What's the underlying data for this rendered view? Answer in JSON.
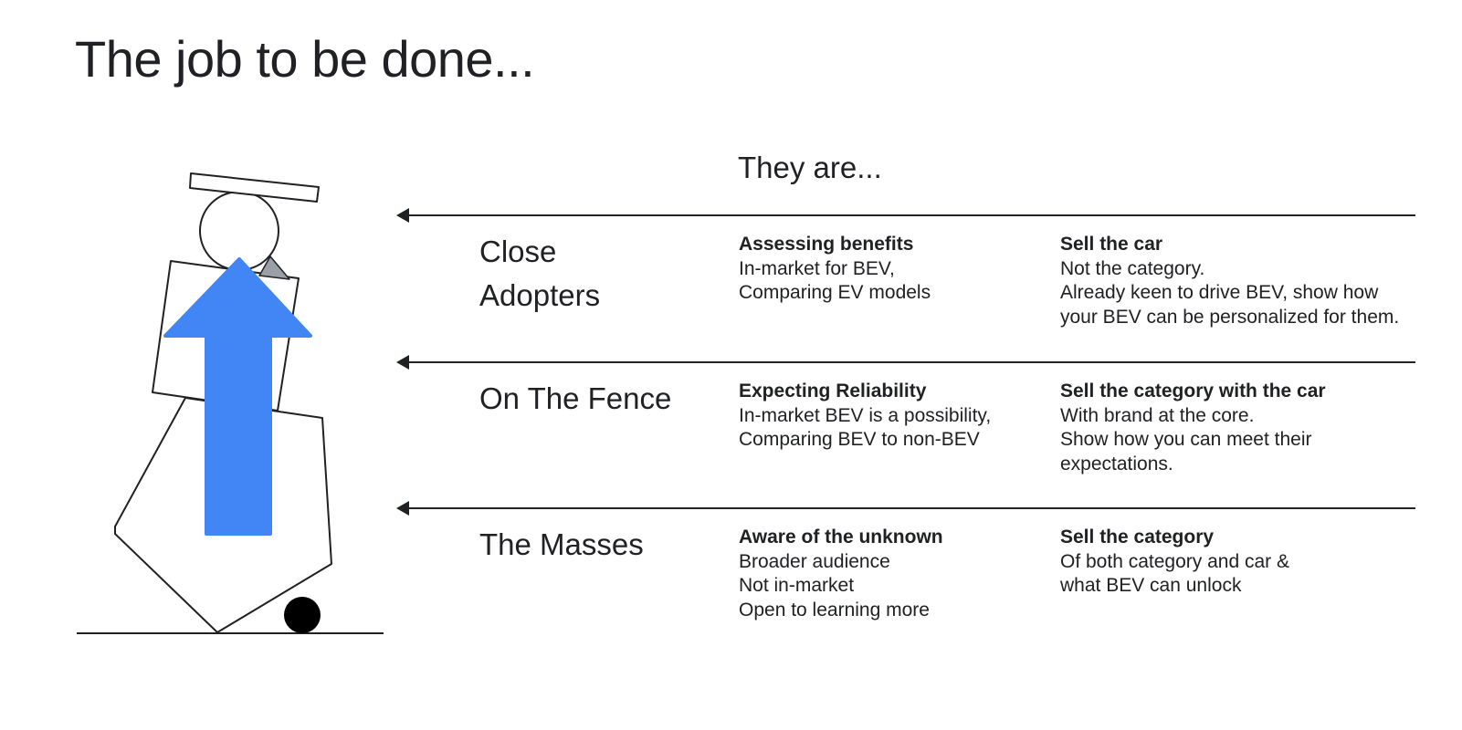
{
  "title": "The job to be done...",
  "subheading": "They are...",
  "colors": {
    "text": "#202124",
    "arrow_blue": "#4285f4",
    "grey_shape": "#9aa0a6"
  },
  "illustration": {
    "icon": "stacked-shapes-with-up-arrow"
  },
  "segments": [
    {
      "label_lines": [
        "Close",
        "Adopters"
      ],
      "state": {
        "heading": "Assessing benefits",
        "lines": [
          "In-market for BEV,",
          "Comparing EV models"
        ]
      },
      "action": {
        "heading": "Sell the car",
        "lines": [
          "Not the category.",
          "Already keen to drive BEV, show how",
          "your BEV can be personalized for them."
        ]
      }
    },
    {
      "label_lines": [
        "On The Fence"
      ],
      "state": {
        "heading": "Expecting Reliability",
        "lines": [
          "In-market BEV is a possibility,",
          "Comparing BEV to non-BEV"
        ]
      },
      "action": {
        "heading": "Sell the category with the car",
        "lines": [
          "With brand at the core.",
          "Show how you can meet their",
          "expectations."
        ]
      }
    },
    {
      "label_lines": [
        "The Masses"
      ],
      "state": {
        "heading": "Aware of the unknown",
        "lines": [
          "Broader audience",
          "Not in-market",
          "Open to learning more"
        ]
      },
      "action": {
        "heading": "Sell the category",
        "lines": [
          "Of both category and car &",
          "what BEV can unlock"
        ]
      }
    }
  ]
}
